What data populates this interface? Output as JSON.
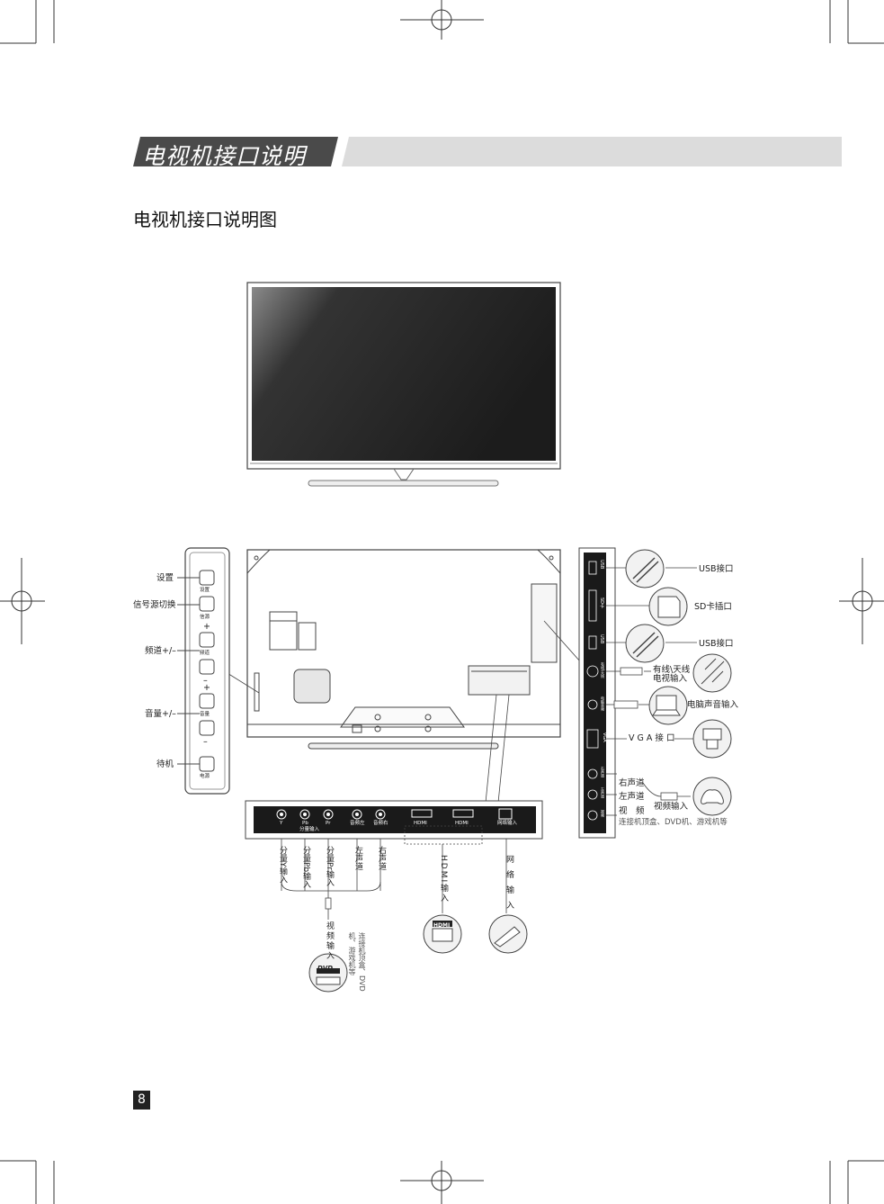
{
  "page": {
    "banner_title": "电视机接口说明",
    "subtitle": "电视机接口说明图",
    "page_number": "8"
  },
  "side_panel": {
    "labels": [
      "设置",
      "信号源切换",
      "频道+/–",
      "音量+/–",
      "待机"
    ],
    "button_texts": [
      "设置",
      "信源",
      "频道",
      "音量",
      "电源"
    ],
    "plus": "+",
    "minus": "–"
  },
  "bottom_panel": {
    "port_labels": [
      "Y",
      "Pb",
      "Pr",
      "音频左",
      "音频右",
      "HDMI",
      "HDMI",
      "网络输入"
    ],
    "sub_label": "分量输入",
    "callouts": [
      "分量Y输入",
      "分量Pb输入",
      "分量Pr输入",
      "左声道",
      "右声道"
    ],
    "hdmi_callout": "HDMI输入",
    "net_callout": "网络输入",
    "video_in": "视频输入",
    "connect_note": "连接机顶盒、DVD机、游戏机等",
    "hdmi_logo": "HDMI",
    "dvd_logo": "DVD"
  },
  "right_panel": {
    "port_texts": [
      "USB",
      "SD卡",
      "USB",
      "有线\\天线",
      "电脑音频",
      "VGA",
      "右声道",
      "左声道",
      "视频"
    ],
    "labels": {
      "usb1": "USB接口",
      "sd": "SD卡插口",
      "usb2": "USB接口",
      "antenna_line1": "有线\\天线",
      "antenna_line2": "电视输入",
      "pc_audio": "电脑声音输入",
      "vga": "V G A 接 口",
      "right_ch": "右声道",
      "left_ch": "左声道",
      "video": "视　频",
      "video_in": "视频输入",
      "connect_note": "连接机顶盒、DVD机、游戏机等"
    }
  }
}
